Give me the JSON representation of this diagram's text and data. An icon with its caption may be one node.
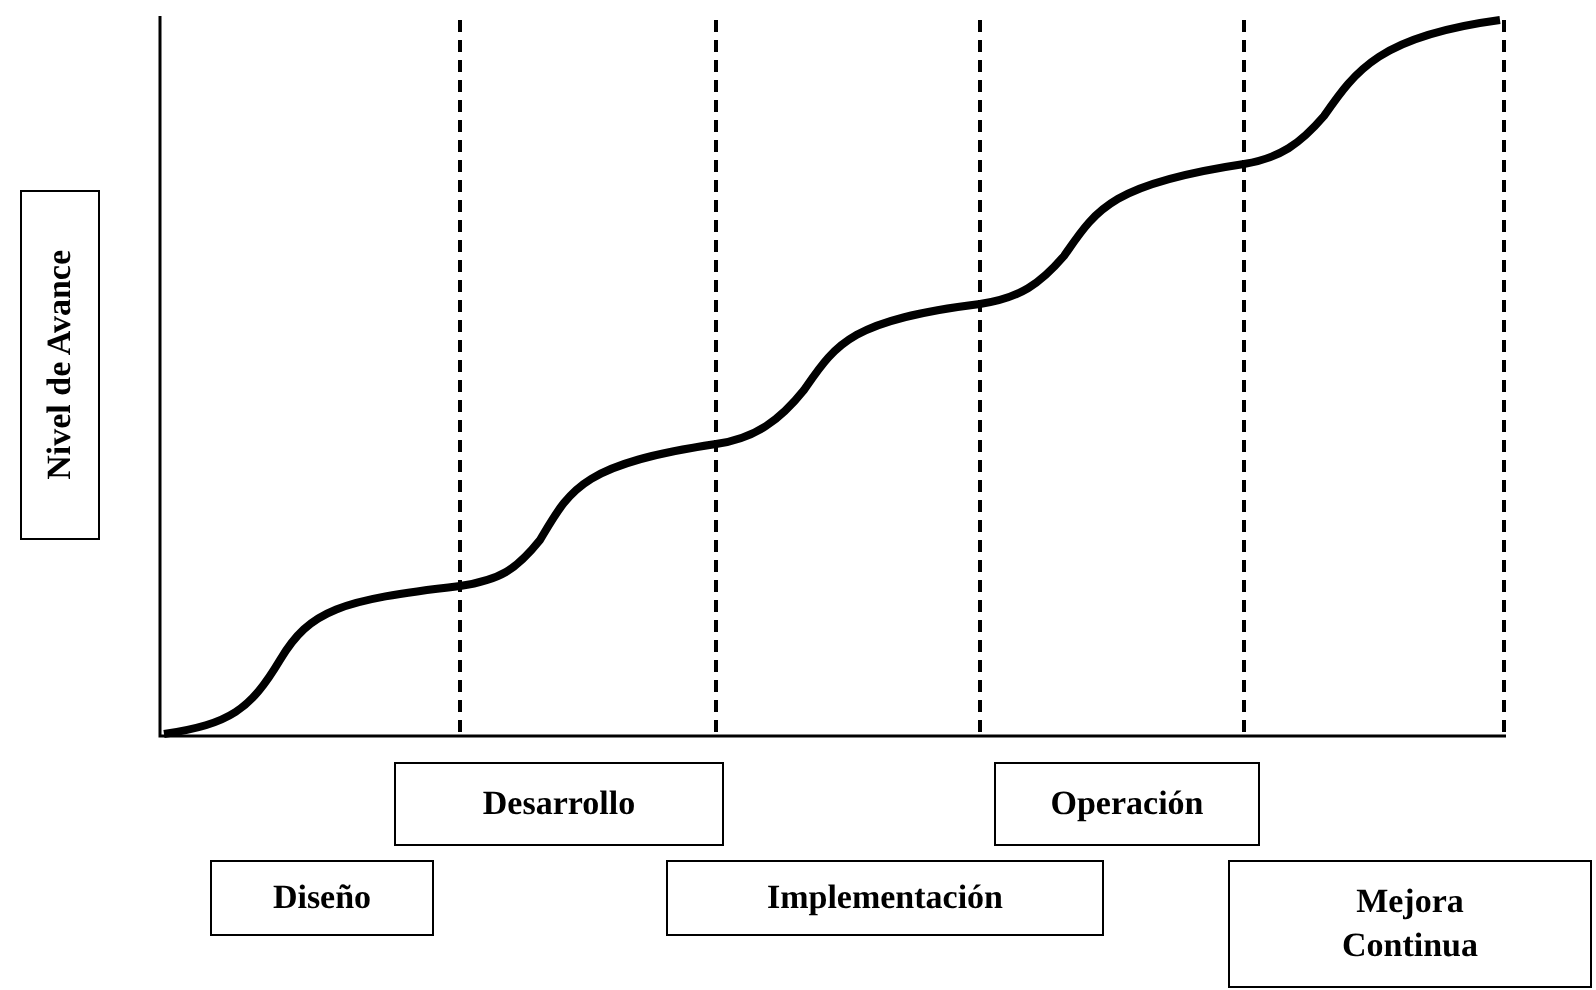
{
  "diagram": {
    "nodes": [
      {
        "text": [
          "Nivel de Avance"
        ]
      },
      {
        "text": [
          "Desarrollo"
        ]
      },
      {
        "text": [
          "Operación"
        ]
      },
      {
        "text": [
          "Diseño"
        ]
      },
      {
        "text": [
          "Implementación"
        ]
      },
      {
        "text": [
          "Mejora Continua"
        ]
      }
    ]
  }
}
